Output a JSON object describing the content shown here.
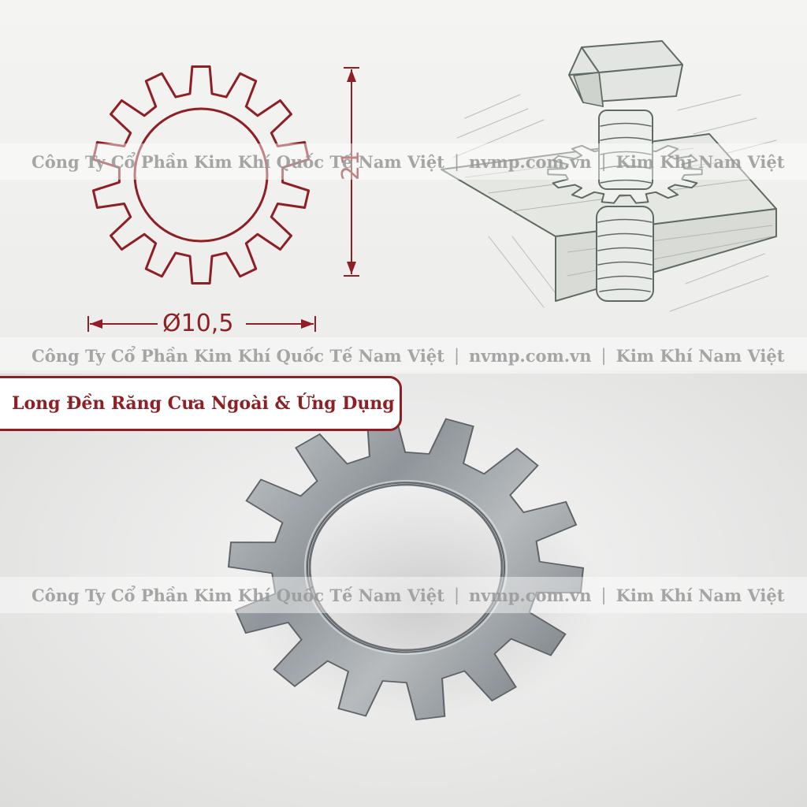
{
  "drawing": {
    "height_label": "21",
    "diameter_label": "Ø10,5"
  },
  "watermark": {
    "company": "Công Ty Cổ Phần Kim Khí Quốc Tế Nam Việt",
    "separator": "|",
    "website": "nvmp.com.vn",
    "brand": "Kim Khí Nam Việt"
  },
  "title": {
    "text": "Long Đền Răng Cưa Ngoài & Ứng Dụng"
  },
  "colors": {
    "accent": "#8e1f24",
    "watermark": "#969696"
  }
}
